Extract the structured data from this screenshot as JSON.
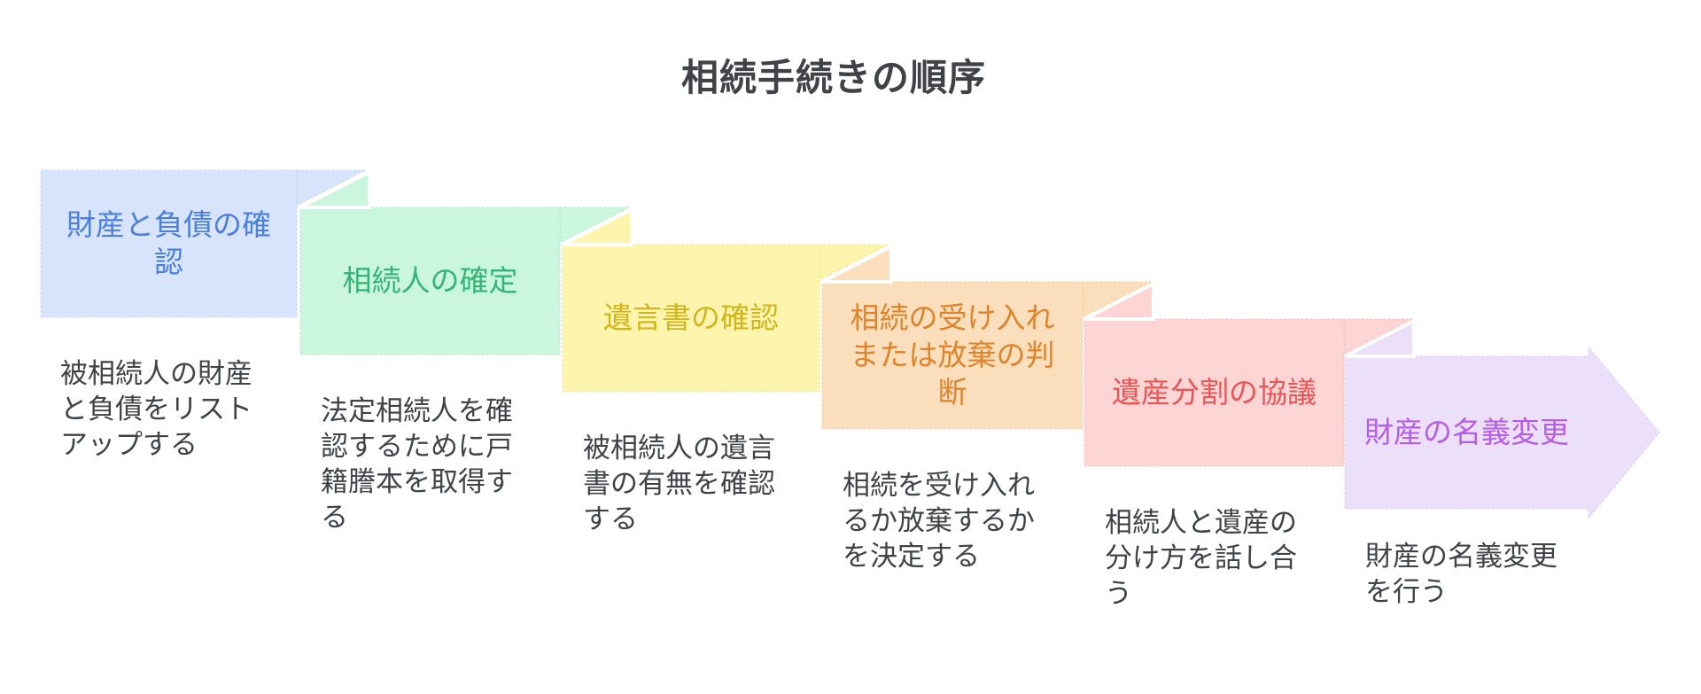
{
  "title": "相続手続きの順序",
  "title_color": "#3f4347",
  "desc_color": "#3f4347",
  "background_color": "#ffffff",
  "crease_color": "#ffffff",
  "steps": [
    {
      "index": 1,
      "label": "財産と負債の確\n認",
      "description": "被相続人の財産\nと負債をリスト\nアップする",
      "fill": "#d7e4fb",
      "border": "#c0d3f2",
      "text_color": "#4a7fe0"
    },
    {
      "index": 2,
      "label": "相続人の確定",
      "description": "法定相続人を確\n認するために戸\n籍謄本を取得す\nる",
      "fill": "#c9f6dc",
      "border": "#a9e6c2",
      "text_color": "#35b379"
    },
    {
      "index": 3,
      "label": "遺言書の確認",
      "description": "被相続人の遺言\n書の有無を確認\nする",
      "fill": "#fdf5ad",
      "border": "#ecdf8d",
      "text_color": "#d2b51c"
    },
    {
      "index": 4,
      "label": "相続の受け入れ\nまたは放棄の判\n断",
      "description": "相続を受け入れ\nるか放棄するか\nを決定する",
      "fill": "#fbdfbd",
      "border": "#f1c99c",
      "text_color": "#e0832b"
    },
    {
      "index": 5,
      "label": "遺産分割の協議",
      "description": "相続人と遺産の\n分け方を話し合\nう",
      "fill": "#fcd5d4",
      "border": "#f2bbba",
      "text_color": "#ea5655"
    },
    {
      "index": 6,
      "label": "財産の名義変更",
      "description": "財産の名義変更\nを行う",
      "fill": "#ecdff9",
      "border": "#d8c4ef",
      "text_color": "#b55de8"
    }
  ]
}
